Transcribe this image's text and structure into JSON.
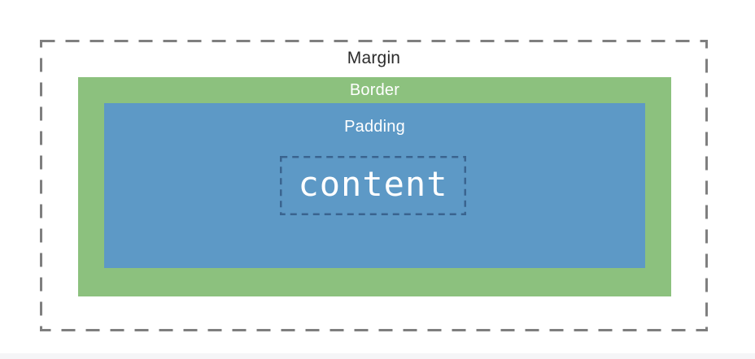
{
  "diagram": {
    "name": "css-box-model",
    "labels": {
      "margin": "Margin",
      "border": "Border",
      "padding": "Padding",
      "content": "content"
    },
    "colors": {
      "canvas_bg": "#ffffff",
      "margin_dash": "#7f7f7f",
      "margin_text": "#2b2b2b",
      "border_fill": "#8cc17e",
      "padding_fill": "#5d99c6",
      "content_dash": "#3a648f",
      "label_text": "#ffffff",
      "bottom_strip": "#f5f5f7"
    }
  }
}
